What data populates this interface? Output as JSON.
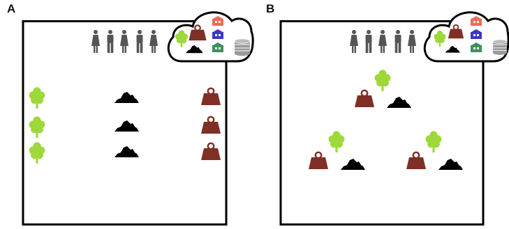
{
  "panels": [
    {
      "label": "A",
      "layout": "rows"
    },
    {
      "label": "B",
      "layout": "clusters"
    }
  ],
  "colors": {
    "frame": "#000000",
    "person": "#555555",
    "tree": "#9ed83a",
    "weight": "#7f2f26",
    "rock": "#000000",
    "coins": "#999999",
    "house_red": "#ef6a55",
    "house_blue": "#3b35c9",
    "house_green": "#3f8f5e"
  },
  "icons": {
    "person": "person-icon",
    "tree": "tree-icon",
    "weight": "weight-icon",
    "rock": "rock-pile-icon",
    "coins": "coin-stack-icon",
    "house": "house-icon",
    "cloud": "cloud-icon"
  },
  "people_per_panel": 5,
  "resource_groups_per_panel": 3
}
